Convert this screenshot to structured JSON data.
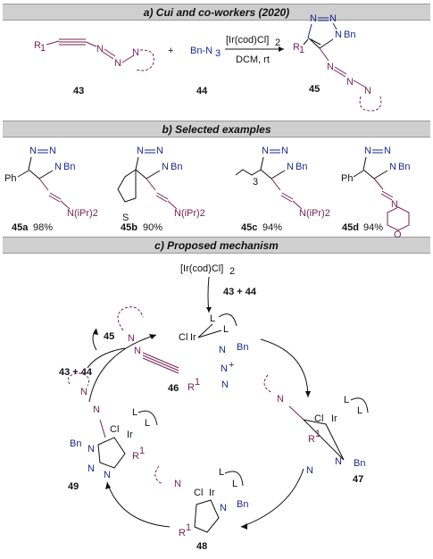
{
  "headers": {
    "a": "a) Cui and co-workers (2020)",
    "b": "b) Selected examples",
    "c": "c) Proposed mechanism"
  },
  "reaction": {
    "reagent_r1": "R",
    "reagent_sub1": "1",
    "plus": "+",
    "azide": "Bn-N",
    "azide_sub": "3",
    "catalyst": "[Ir(cod)Cl]",
    "catalyst_sub": "2",
    "conditions": "DCM, rt",
    "cmpd_43": "43",
    "cmpd_44": "44",
    "cmpd_45": "45",
    "product_r1": "R",
    "product_sub1": "1",
    "bn": "Bn",
    "n": "N"
  },
  "examples": [
    {
      "id": "45a",
      "yield": "98%",
      "sub": "Ph",
      "amine": "N(iPr)2"
    },
    {
      "id": "45b",
      "yield": "90%",
      "sub": "S",
      "amine": "N(iPr)2"
    },
    {
      "id": "45c",
      "yield": "94%",
      "sub": "3",
      "amine": "N(iPr)2"
    },
    {
      "id": "45d",
      "yield": "94%",
      "sub": "Ph",
      "amine": "O"
    }
  ],
  "mechanism": {
    "catalyst": "[Ir(cod)Cl]",
    "catalyst_sub": "2",
    "add": "43 + 44",
    "release": "45",
    "add2": "43 + 44",
    "intermediates": [
      "46",
      "47",
      "48",
      "49"
    ],
    "ligand": "L",
    "cl": "Cl",
    "ir": "Ir",
    "plus": "+",
    "r1": "R",
    "r1_sup": "1"
  }
}
